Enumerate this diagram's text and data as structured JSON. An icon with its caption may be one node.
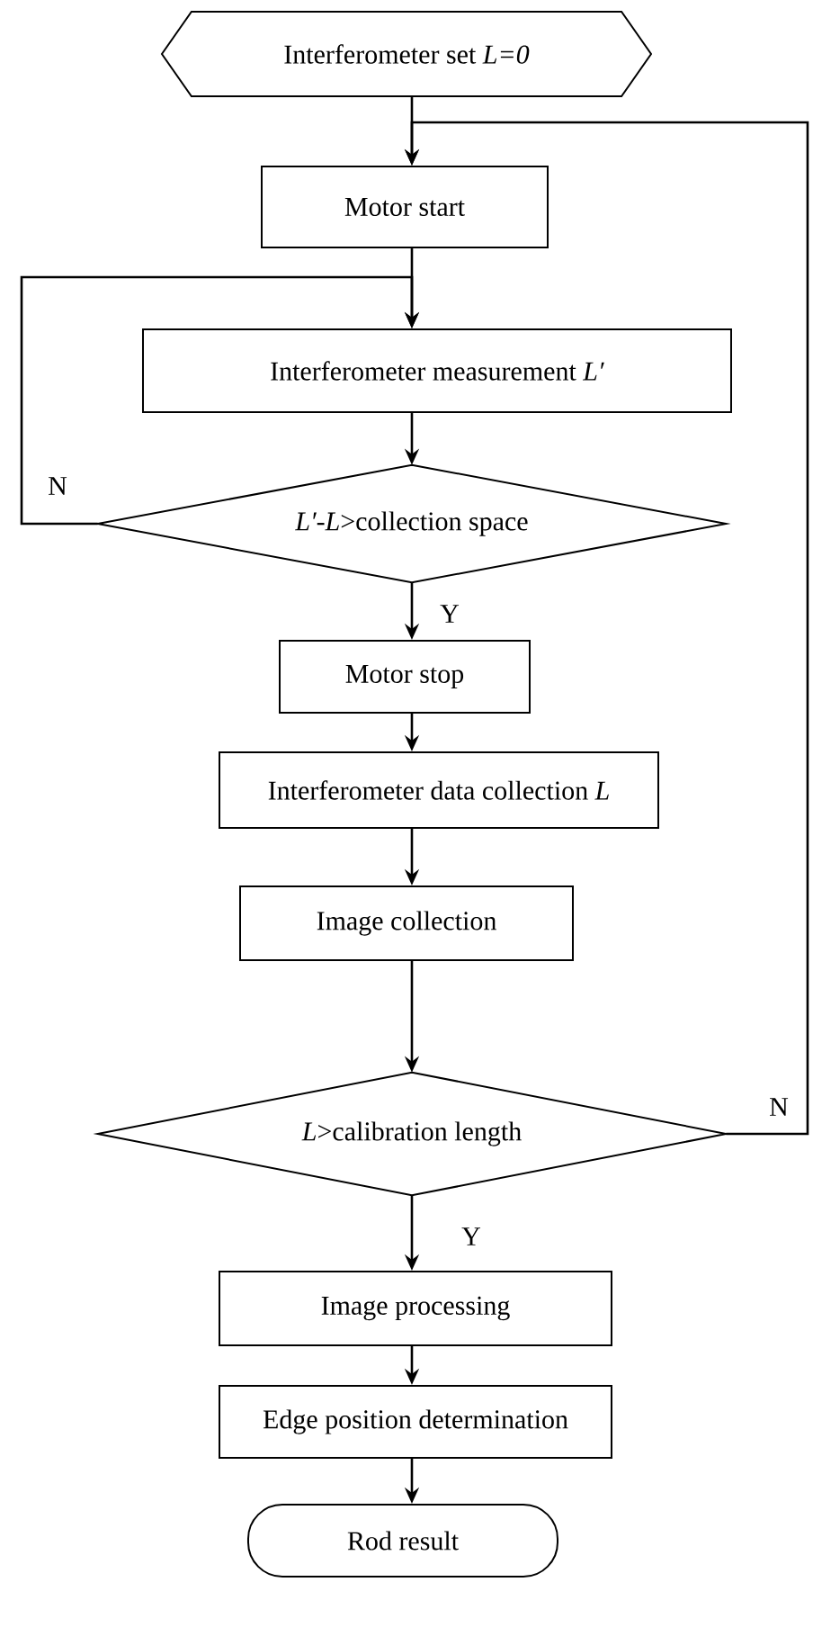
{
  "diagram": {
    "nodes": [
      {
        "text": [
          "Interferometer set *L=0*"
        ]
      },
      {
        "text": [
          "Motor start"
        ]
      },
      {
        "text": [
          "Interferometer measurement *L′*"
        ]
      },
      {
        "text": [
          "*L′-L*>collection space"
        ]
      },
      {
        "text": [
          "Motor stop"
        ]
      },
      {
        "text": [
          "Interferometer data collection *L*"
        ]
      },
      {
        "text": [
          "Image collection"
        ]
      },
      {
        "text": [
          "*L*>calibration length"
        ]
      },
      {
        "text": [
          "Image processing"
        ]
      },
      {
        "text": [
          "Edge position determination"
        ]
      },
      {
        "text": [
          "Rod result"
        ]
      }
    ],
    "edges": [
      {
        "from": 0,
        "to": 1,
        "arrow": "to"
      },
      {
        "from": 1,
        "to": 2,
        "arrow": "to"
      },
      {
        "from": 2,
        "to": 3,
        "arrow": "to"
      },
      {
        "from": 3,
        "to": 2,
        "arrow": "to",
        "label": "N"
      },
      {
        "from": 3,
        "to": 4,
        "arrow": "to",
        "label": "Y"
      },
      {
        "from": 4,
        "to": 5,
        "arrow": "to"
      },
      {
        "from": 5,
        "to": 6,
        "arrow": "to"
      },
      {
        "from": 6,
        "to": 7,
        "arrow": "to"
      },
      {
        "from": 7,
        "to": 1,
        "arrow": "to",
        "label": "N"
      },
      {
        "from": 7,
        "to": 8,
        "arrow": "to",
        "label": "Y"
      },
      {
        "from": 8,
        "to": 9,
        "arrow": "to"
      },
      {
        "from": 9,
        "to": 10,
        "arrow": "to"
      }
    ]
  }
}
